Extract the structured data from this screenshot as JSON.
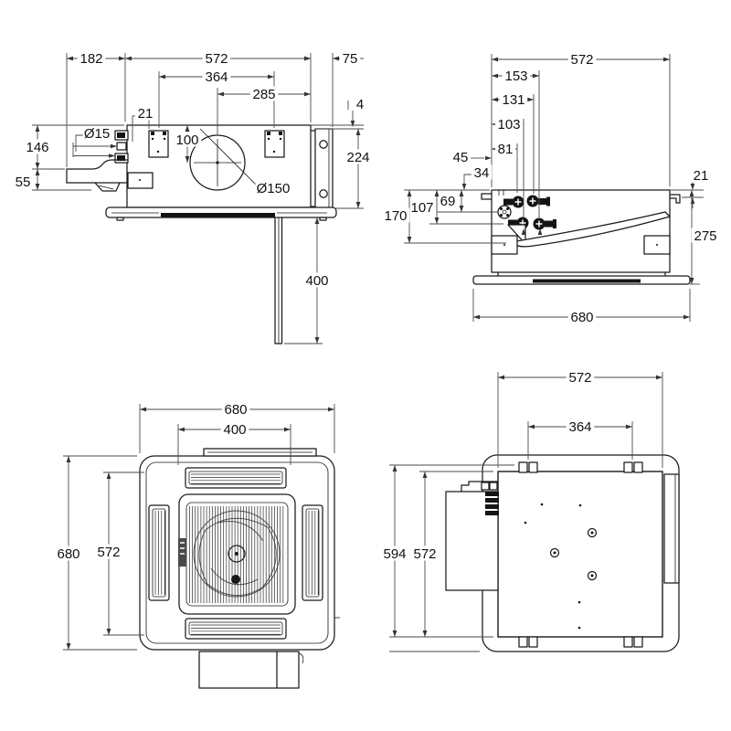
{
  "drawing": {
    "kind": "ceiling cassette unit dimension drawing",
    "units_note": "",
    "colors": {
      "line": "#1a1a1a",
      "dimension": "#4a4a4a",
      "background": "#ffffff"
    }
  },
  "views": {
    "side_front": {
      "dims": {
        "overhang_left": "182",
        "body_width": "572",
        "flange_width": "75",
        "bracket_pitch": "364",
        "fan_offset": "285",
        "bracket_inset": "21",
        "pipe_diameter": "Ø15",
        "fan_center_drop": "100",
        "drain_height": "146",
        "drain_drop": "55",
        "fan_diameter": "Ø150",
        "plate_offset": "4",
        "plate_height": "224",
        "drain_pipe_length": "400"
      }
    },
    "side_right": {
      "dims": {
        "body_width": "572",
        "pipe4_offset": "153",
        "pipe3_offset": "131",
        "pipe2_offset": "103",
        "pipe1_offset": "81",
        "drain_offset": "45",
        "stub_offset": "34",
        "pipe_row1_drop": "69",
        "drain_drop": "107",
        "pan_drop": "170",
        "hook_offset": "21",
        "unit_height": "275",
        "panel_width": "680"
      }
    },
    "bottom": {
      "dims": {
        "panel_width": "680",
        "outlet_length": "400",
        "panel_height": "680",
        "grille_pitch": "572"
      }
    },
    "top": {
      "dims": {
        "body_width": "572",
        "bracket_pitch": "364",
        "overall_depth": "594",
        "body_depth": "572"
      }
    }
  }
}
